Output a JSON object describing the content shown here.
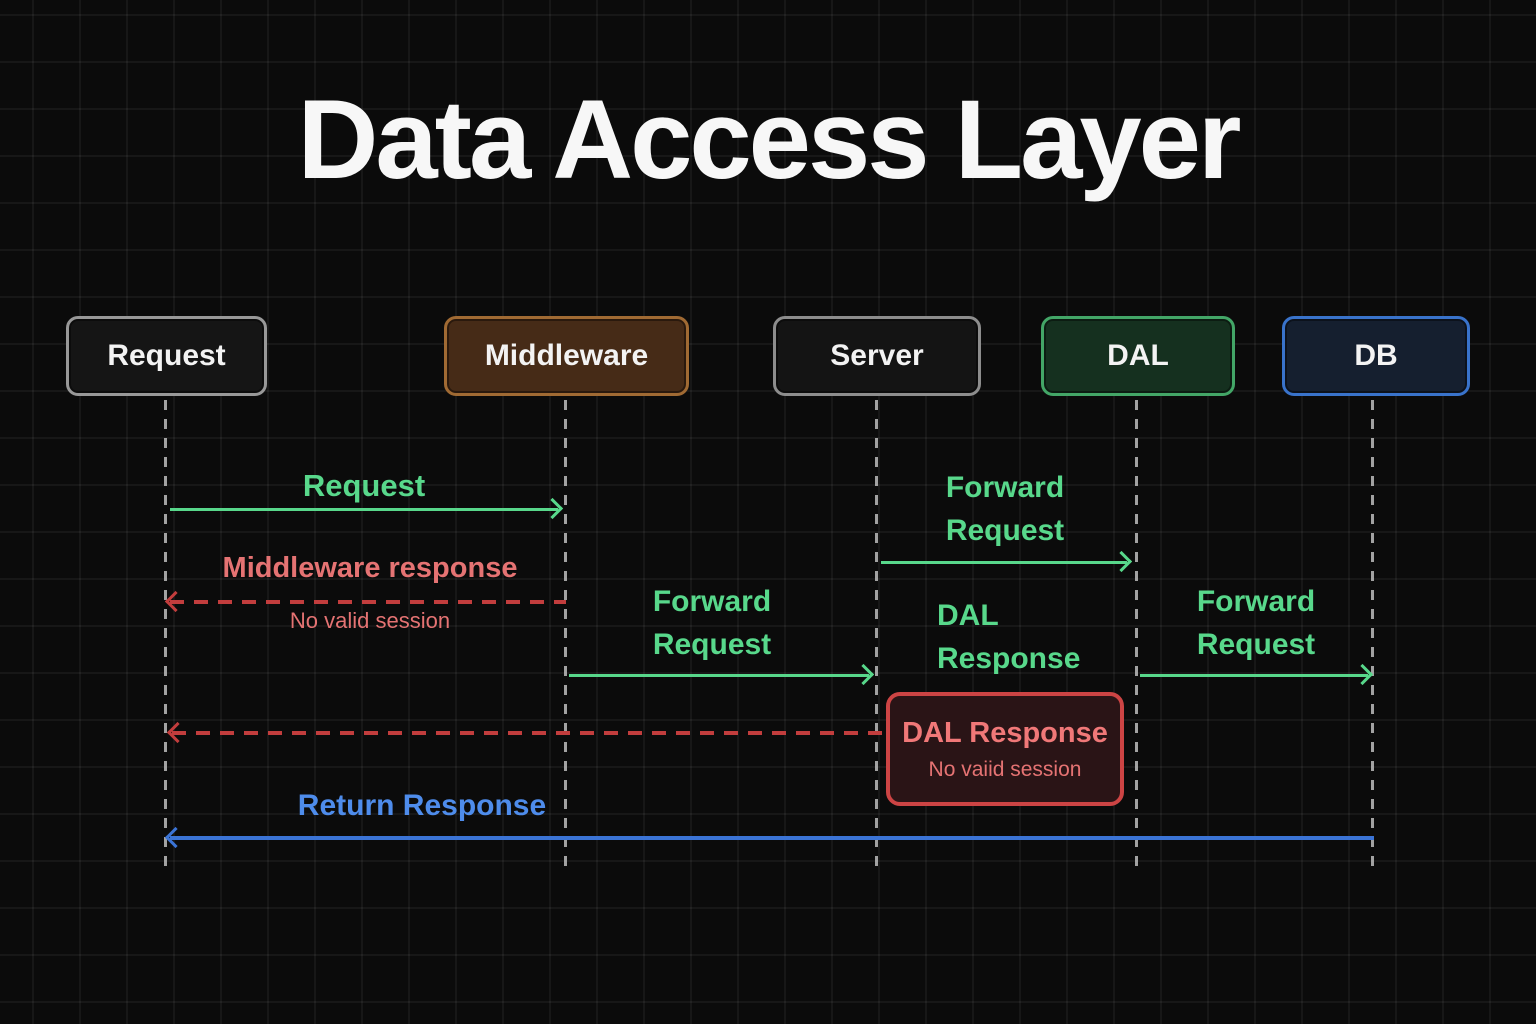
{
  "title": "Data Access Layer",
  "actors": [
    {
      "label": "Request"
    },
    {
      "label": "Middleware"
    },
    {
      "label": "Server"
    },
    {
      "label": "DAL"
    },
    {
      "label": "DB"
    }
  ],
  "messages": {
    "request": {
      "label": "Request",
      "from": "Request",
      "to": "Middleware",
      "line": "solid",
      "color": "#58d88b"
    },
    "middleware_response": {
      "label": "Middleware response",
      "note": "No valid session",
      "from": "Middleware",
      "to": "Request",
      "line": "dashed",
      "color": "#c23d3d"
    },
    "forward_request_mw_server": {
      "label": "Forward Request",
      "from": "Middleware",
      "to": "Server",
      "line": "solid",
      "color": "#58d88b"
    },
    "forward_request_server_dal": {
      "label": "Forward Request",
      "from": "Server",
      "to": "DAL",
      "line": "solid",
      "color": "#58d88b"
    },
    "dal_response": {
      "label": "DAL Response"
    },
    "forward_request_dal_db": {
      "label": "Forward Request",
      "from": "DAL",
      "to": "DB",
      "line": "solid",
      "color": "#58d88b"
    },
    "server_response": {
      "from": "Server",
      "to": "Request",
      "line": "dashed",
      "color": "#c23d3d"
    },
    "return_response": {
      "label": "Return Response",
      "from": "DB",
      "to": "Request",
      "line": "solid",
      "color": "#3b74d6"
    }
  },
  "note_box": {
    "title": "DAL Response",
    "subtitle": "No vaiid session"
  },
  "colors": {
    "background": "#0b0b0b",
    "grid_line": "rgba(255,255,255,0.05)",
    "green": "#58d88b",
    "red": "#c23d3d",
    "salmon_text": "#e57373",
    "blue_line": "#3b74d6",
    "blue_text": "#4e8ceb",
    "lifeline": "#bdbdbd",
    "actor_request_border": "#989898",
    "actor_request_bg": "#151515",
    "actor_middleware_border": "#a06a33",
    "actor_middleware_bg": "#462b17",
    "actor_server_border": "#8d8d8d",
    "actor_server_bg": "#141414",
    "actor_dal_border": "#43a667",
    "actor_dal_bg": "#15301f",
    "actor_db_border": "#3973cb",
    "actor_db_bg": "#151f2f",
    "note_border": "#cc4444",
    "note_bg": "#2a1416"
  }
}
